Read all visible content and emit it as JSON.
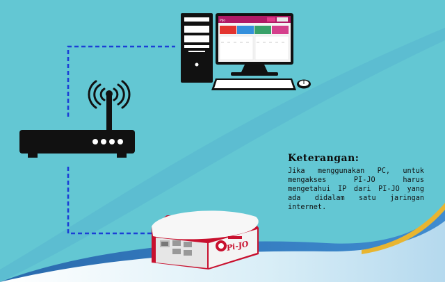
{
  "note": {
    "title": "Keterangan:",
    "body": "Jika menggunakan PC, untuk mengakses PI-JO harus mengetahui IP dari PI-JO yang ada didalam satu jaringan internet."
  },
  "device": {
    "brand": "Pi-JO"
  },
  "monitor": {
    "app_name": "PiJo"
  },
  "colors": {
    "background": "#63c7d3",
    "connection_line": "#1b3fd6",
    "device_red": "#c8102e",
    "wave_blue": "#2f6fb5",
    "wave_gold": "#e8b530"
  },
  "icons": [
    "wifi-icon",
    "router-icon",
    "pc-tower-icon",
    "monitor-icon",
    "keyboard-icon",
    "mouse-icon",
    "raspberry-pi-case-icon"
  ]
}
